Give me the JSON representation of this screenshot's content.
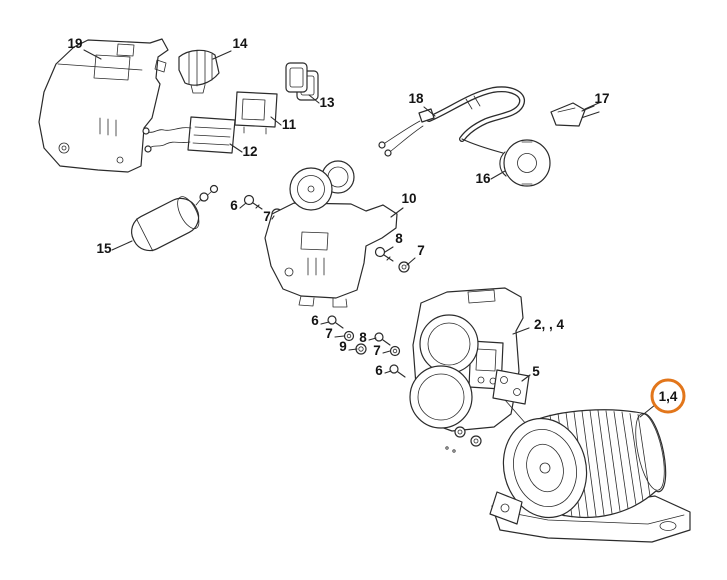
{
  "page": {
    "background_color": "#ffffff"
  },
  "diagram": {
    "kind": "exploded-parts-diagram",
    "line_color": "#2b2b2b",
    "highlight": {
      "color": "#e2761b",
      "label": "1,4"
    },
    "labels": [
      {
        "part": "19",
        "text": "19"
      },
      {
        "part": "14",
        "text": "14"
      },
      {
        "part": "13",
        "text": "13"
      },
      {
        "part": "11",
        "text": "11"
      },
      {
        "part": "12",
        "text": "12"
      },
      {
        "part": "18",
        "text": "18"
      },
      {
        "part": "17",
        "text": "17"
      },
      {
        "part": "16",
        "text": "16"
      },
      {
        "part": "6",
        "text": "6"
      },
      {
        "part": "7",
        "text": "7"
      },
      {
        "part": "15",
        "text": "15"
      },
      {
        "part": "10",
        "text": "10"
      },
      {
        "part": "8",
        "text": "8"
      },
      {
        "part": "7",
        "text": "7"
      },
      {
        "part": "6",
        "text": "6"
      },
      {
        "part": "7",
        "text": "7"
      },
      {
        "part": "9",
        "text": "9"
      },
      {
        "part": "8",
        "text": "8"
      },
      {
        "part": "7",
        "text": "7"
      },
      {
        "part": "6",
        "text": "6"
      },
      {
        "part": "2-4",
        "text": "2, , 4"
      },
      {
        "part": "5",
        "text": "5"
      }
    ]
  }
}
